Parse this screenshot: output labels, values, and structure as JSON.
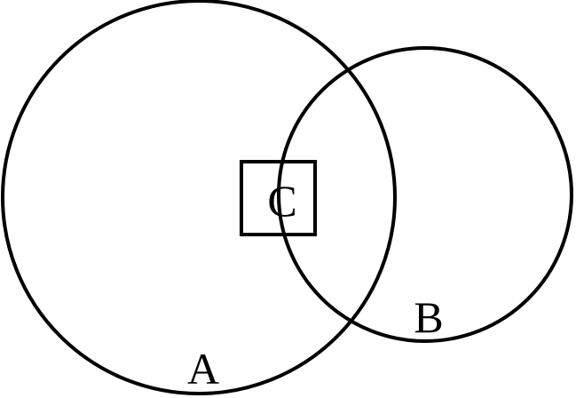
{
  "diagram": {
    "labels": {
      "circle_a": "A",
      "circle_b": "B",
      "square_c": "C"
    },
    "colors": {
      "stroke": "#000000",
      "background": "#ffffff"
    }
  }
}
